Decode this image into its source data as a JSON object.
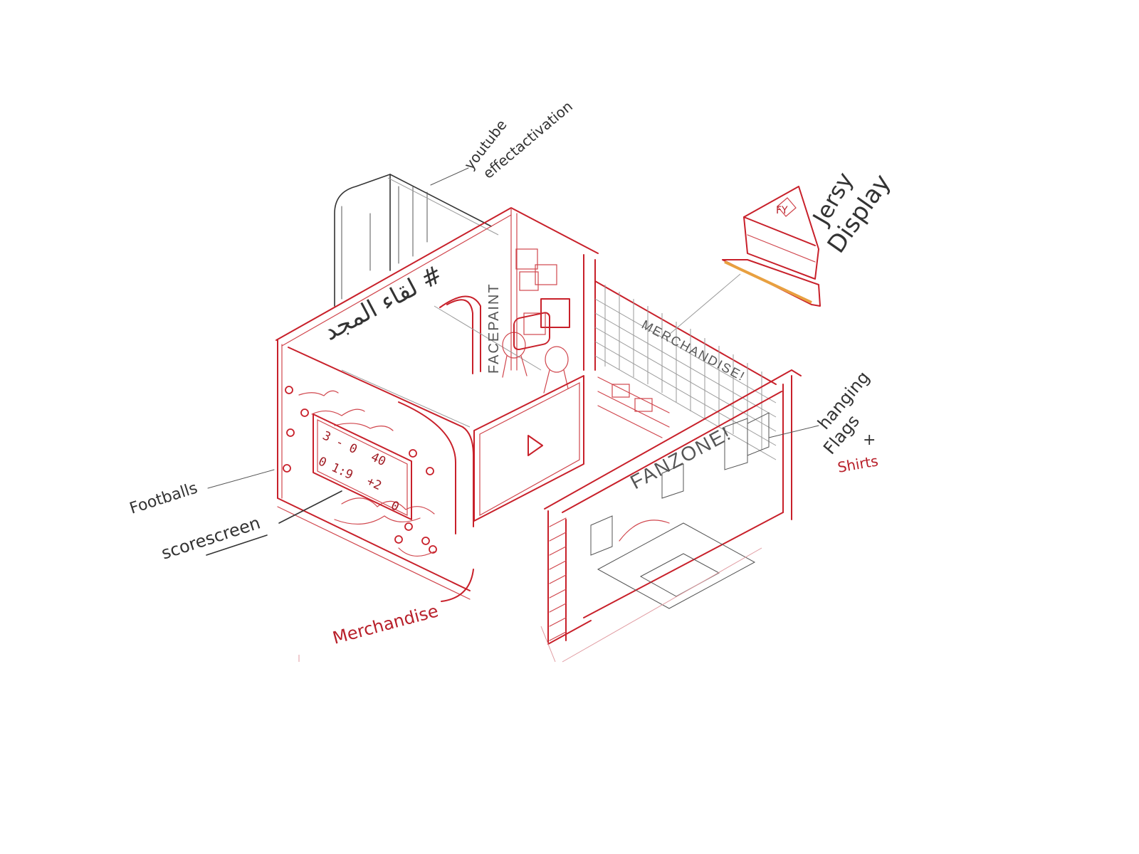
{
  "labels": {
    "youtube_activation": [
      "youtube",
      "effectactivation"
    ],
    "jersey_display": [
      "Jersy",
      "Display"
    ],
    "hanging_flags": [
      "hanging",
      "Flags",
      "+",
      "Shirts"
    ],
    "footballs": "Footballs",
    "scorescreen": "scorescreen",
    "merchandise_outside": "Merchandise"
  },
  "booth_signs": {
    "arabic_banner": "# لقاء المجد",
    "facepaint": "FACEPAINT",
    "merchandise_wall": "MERCHANDISE!",
    "fanzone": "FANZONE!"
  },
  "scoreboard": {
    "row1_left": "3 - 0",
    "row1_right": "40",
    "row2_left": "0 1:9",
    "row2_right": "+2",
    "row3_right": "0"
  },
  "jersey_badge": "FY",
  "colors": {
    "sketch_red": "#c8202a",
    "pencil_black": "#333333",
    "highlight_orange": "#e8a040",
    "background": "#ffffff"
  }
}
